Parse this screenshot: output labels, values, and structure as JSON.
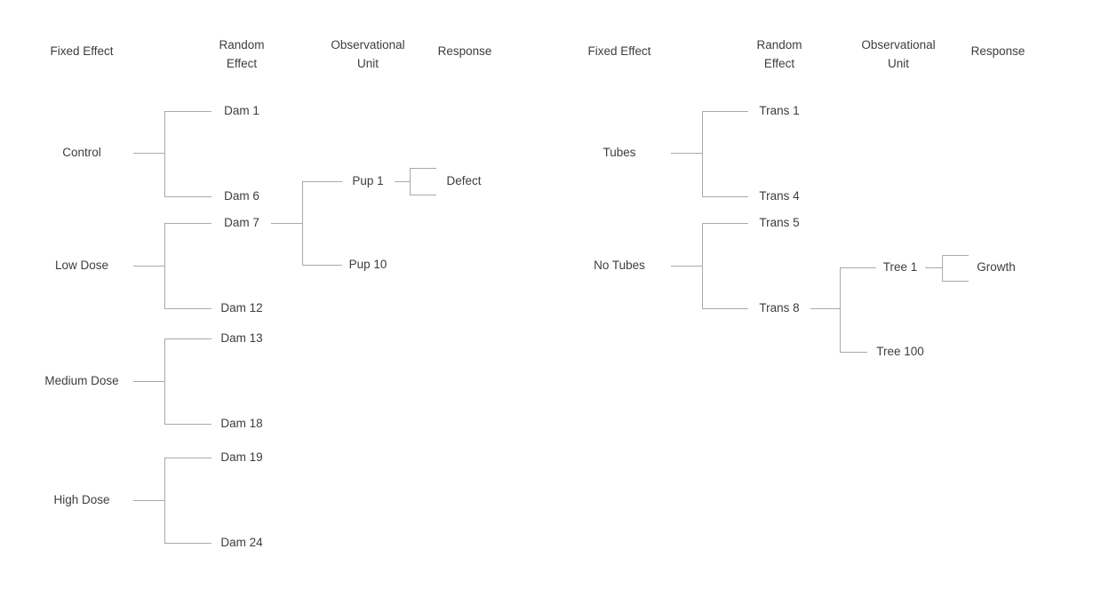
{
  "colors": {
    "background": "#ffffff",
    "line": "#a9a9a9",
    "text": "#3d3d3d"
  },
  "left_diagram": {
    "headers": {
      "fixed_effect": "Fixed Effect",
      "random_effect": "Random Effect",
      "observational_unit": "Observational Unit",
      "response": "Response"
    },
    "fixed_effects": [
      "Control",
      "Low Dose",
      "Medium Dose",
      "High Dose"
    ],
    "random_effects": [
      "Dam 1",
      "Dam 6",
      "Dam 7",
      "Dam 12",
      "Dam 13",
      "Dam 18",
      "Dam 19",
      "Dam 24"
    ],
    "observational_units": [
      "Pup 1",
      "Pup 10"
    ],
    "response": "Defect"
  },
  "right_diagram": {
    "headers": {
      "fixed_effect": "Fixed Effect",
      "random_effect": "Random Effect",
      "observational_unit": "Observational Unit",
      "response": "Response"
    },
    "fixed_effects": [
      "Tubes",
      "No Tubes"
    ],
    "random_effects": [
      "Trans 1",
      "Trans 4",
      "Trans 5",
      "Trans 8"
    ],
    "observational_units": [
      "Tree 1",
      "Tree 100"
    ],
    "response": "Growth"
  }
}
